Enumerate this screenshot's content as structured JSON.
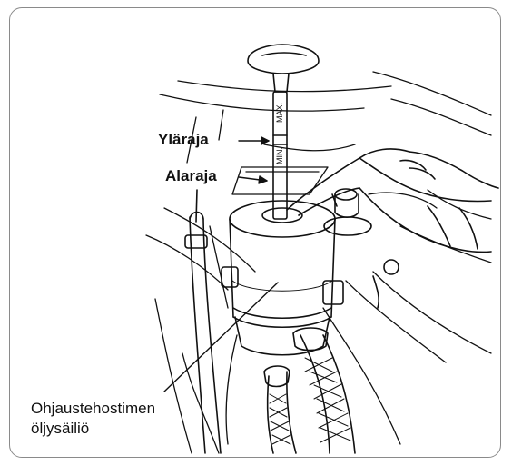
{
  "labels": {
    "upper_limit": "Yläraja",
    "lower_limit": "Alaraja",
    "reservoir_line1": "Ohjaustehostimen",
    "reservoir_line2": "öljysäiliö"
  },
  "dipstick": {
    "max_mark": "MAX.",
    "min_mark": "MIN."
  },
  "colors": {
    "ink": "#111111",
    "border": "#8a8a8a",
    "background": "#ffffff"
  }
}
